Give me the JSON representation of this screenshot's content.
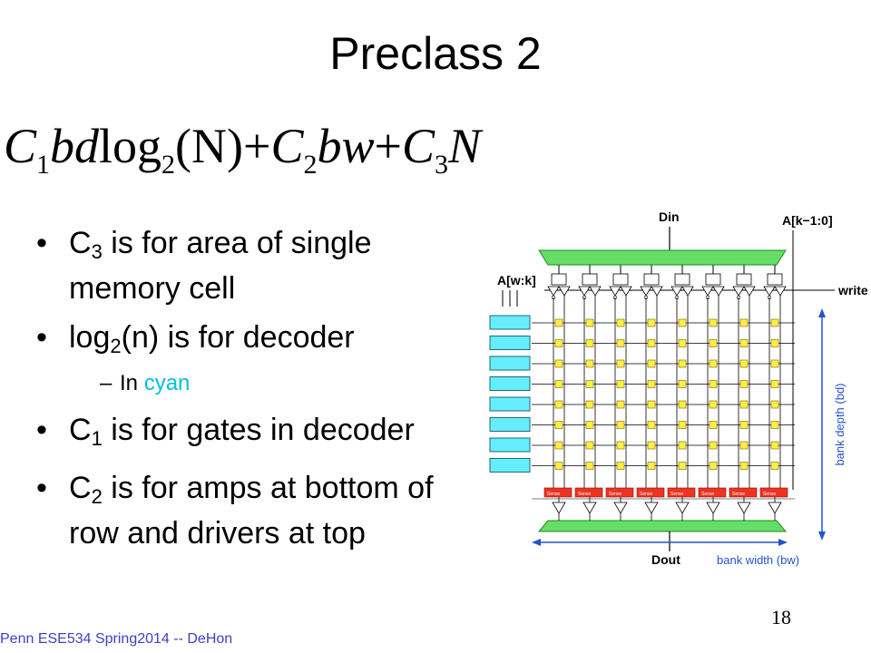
{
  "slide": {
    "title": "Preclass 2",
    "formula": {
      "c": "C",
      "sub1": "1",
      "t1": "bd",
      "log": "log",
      "sub_base": "2",
      "arg": "(N)",
      "plus": "+",
      "sub2": "2",
      "t2": "bw",
      "sub3": "3",
      "t3": "N"
    },
    "bullets": [
      {
        "c": "C",
        "sub": "3",
        "text": " is for area of single memory cell"
      },
      {
        "pre": "log",
        "sub": "2",
        "text": "(n) is for decoder"
      },
      {
        "subbullet_prefix": "In ",
        "subbullet_colored": "cyan"
      },
      {
        "c": "C",
        "sub": "1",
        "text": " is for gates in decoder"
      },
      {
        "c": "C",
        "sub": "2",
        "text": " is for amps at bottom of row and drivers at top"
      }
    ],
    "footer": "Penn ESE534 Spring2014 -- DeHon",
    "page_number": "18"
  },
  "diagram": {
    "din_label": "Din",
    "addr_hi_label": "A[k−1:0]",
    "addr_lo_label": "A[w:k]",
    "write_label": "write",
    "sense_label": "Sense",
    "dout_label": "Dout",
    "bank_depth_label": "bank depth (bd)",
    "bank_width_label": "bank width (bw)",
    "colors": {
      "bus_green": "#66dd66",
      "decoder_cyan": "#66eeff",
      "cell_yellow": "#ffee44",
      "sense_red": "#ee3322",
      "arrow_blue": "#2255cc"
    }
  }
}
